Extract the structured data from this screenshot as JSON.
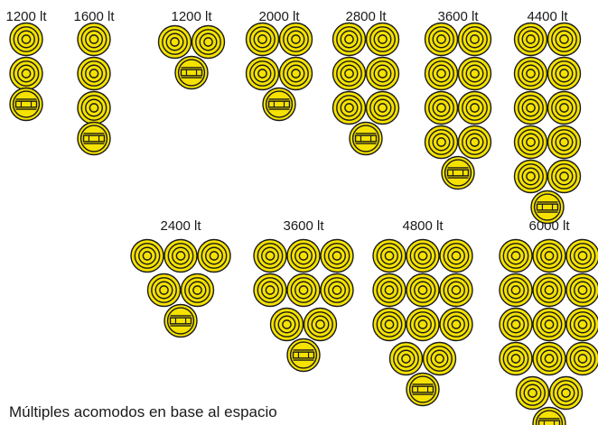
{
  "colors": {
    "fill": "#f5e200",
    "stroke": "#1a1a1a",
    "text": "#1a1a1a"
  },
  "icons": {
    "tank": "concentric-ring-tank-icon",
    "valve": "valve-tank-icon"
  },
  "footer_text": "Múltiples acomodos en base al espacio",
  "configurations": [
    {
      "id": "a",
      "label": "1200 lt",
      "rows": [
        1,
        1,
        1
      ]
    },
    {
      "id": "b",
      "label": "1600 lt",
      "rows": [
        1,
        1,
        1,
        1
      ]
    },
    {
      "id": "c",
      "label": "1200 lt",
      "rows": [
        2,
        1
      ]
    },
    {
      "id": "d",
      "label": "2000 lt",
      "rows": [
        2,
        2,
        1
      ]
    },
    {
      "id": "e",
      "label": "2800 lt",
      "rows": [
        2,
        2,
        2,
        1
      ]
    },
    {
      "id": "f",
      "label": "3600 lt",
      "rows": [
        2,
        2,
        2,
        2,
        1
      ]
    },
    {
      "id": "g",
      "label": "4400 lt",
      "rows": [
        2,
        2,
        2,
        2,
        2,
        1
      ]
    },
    {
      "id": "h",
      "label": "2400 lt",
      "rows": [
        3,
        2,
        1
      ]
    },
    {
      "id": "i",
      "label": "3600 lt",
      "rows": [
        3,
        3,
        2,
        1
      ]
    },
    {
      "id": "j",
      "label": "4800 lt",
      "rows": [
        3,
        3,
        3,
        2,
        1
      ]
    },
    {
      "id": "k",
      "label": "6000 lt",
      "rows": [
        3,
        3,
        3,
        3,
        2,
        1
      ]
    }
  ]
}
